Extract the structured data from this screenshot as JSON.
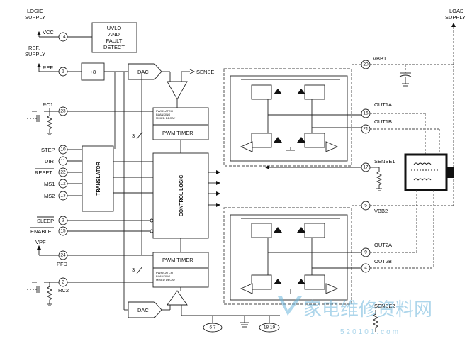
{
  "supply_labels": {
    "logic_supply_1": "LOGIC",
    "logic_supply_2": "SUPPLY",
    "ref_supply_1": "REF.",
    "ref_supply_2": "SUPPLY",
    "load_supply_1": "LOAD",
    "load_supply_2": "SUPPLY"
  },
  "pins": {
    "vcc": {
      "name": "VCC",
      "num": "14"
    },
    "ref": {
      "name": "REF",
      "num": "1"
    },
    "rc1": {
      "name": "RC1",
      "num": "23"
    },
    "step": {
      "name": "STEP",
      "num": "10"
    },
    "dir": {
      "name": "DIR",
      "num": "11"
    },
    "reset": {
      "name": "RESET",
      "num": "22"
    },
    "ms1": {
      "name": "MS1",
      "num": "12"
    },
    "ms2": {
      "name": "MS2",
      "num": "13"
    },
    "sleep": {
      "name": "SLEEP",
      "num": "3"
    },
    "enable": {
      "name": "ENABLE",
      "num": "15"
    },
    "vpf": {
      "name": "VPF",
      "num": "24"
    },
    "pfd": {
      "name": "PFD"
    },
    "rc2": {
      "name": "RC2",
      "num": "2"
    },
    "vbb1": {
      "name": "VBB1",
      "num": "20"
    },
    "out1a": {
      "name": "OUT1A",
      "num": "16"
    },
    "out1b": {
      "name": "OUT1B",
      "num": "21"
    },
    "sense1": {
      "name": "SENSE1",
      "num": "17"
    },
    "vbb2": {
      "name": "VBB2",
      "num": "5"
    },
    "out2a": {
      "name": "OUT2A",
      "num": "9"
    },
    "out2b": {
      "name": "OUT2B",
      "num": "4"
    },
    "sense2": {
      "name": "SENSE2"
    },
    "gnd_a": {
      "num": "6 7"
    },
    "gnd_b": {
      "num": "18 19"
    }
  },
  "blocks": {
    "uvlo": [
      "UVLO",
      "AND",
      "FAULT",
      "DETECT"
    ],
    "divider": "÷8",
    "dac_top": "DAC",
    "dac_bottom": "DAC",
    "sense_top": "SENSE",
    "pwm_timer_top": "PWM TIMER",
    "pwm_timer_bottom": "PWM TIMER",
    "pwm_sub": [
      "PWM/LATCH",
      "BLANKING",
      "MIXED DECAY"
    ],
    "translator": "TRANSLATOR",
    "control_logic": "CONTROL LOGIC",
    "bus_width_top": "3",
    "bus_width_bottom": "3"
  },
  "watermark": {
    "cn": "家电维修资料网",
    "url": "520101.com"
  },
  "colors": {
    "line": "#222222",
    "watermark": "#6cb6dc"
  }
}
